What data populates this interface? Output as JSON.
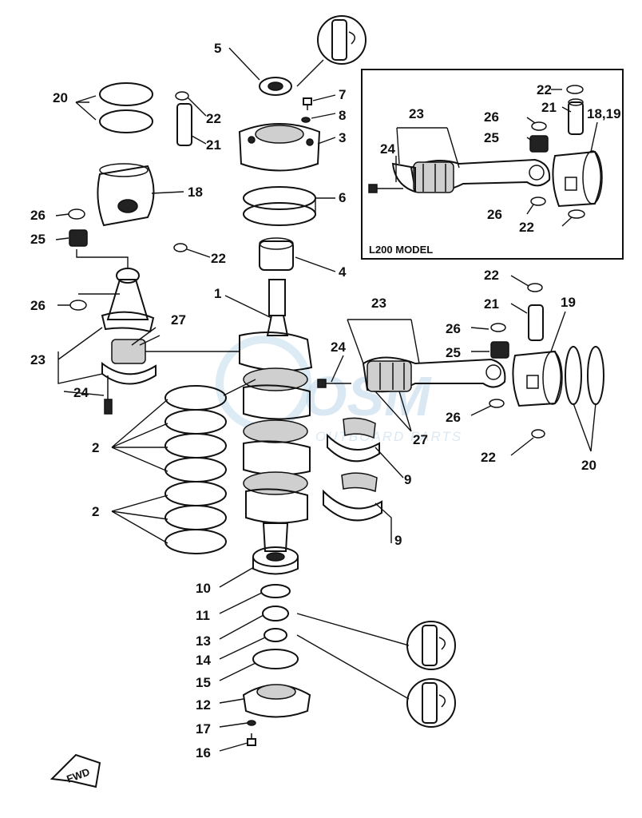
{
  "diagram": {
    "inset_title": "L200 MODEL",
    "fwd_label": "FWD",
    "watermark_text": "OSM",
    "watermark_sub": "OUTBOARD PARTS",
    "callouts": {
      "c1": "1",
      "c2a": "2",
      "c2b": "2",
      "c3": "3",
      "c4": "4",
      "c5": "5",
      "c6": "6",
      "c7": "7",
      "c8": "8",
      "c9a": "9",
      "c9b": "9",
      "c10": "10",
      "c11": "11",
      "c12": "12",
      "c13": "13",
      "c14": "14",
      "c15": "15",
      "c16": "16",
      "c17": "17",
      "c18": "18",
      "c19": "19",
      "c20a": "20",
      "c20b": "20",
      "c21a": "21",
      "c21b": "21",
      "c21c": "21",
      "c22a": "22",
      "c22b": "22",
      "c22c": "22",
      "c22d": "22",
      "c22e": "22",
      "c22f": "22",
      "c23a": "23",
      "c23b": "23",
      "c23c": "23",
      "c24a": "24",
      "c24b": "24",
      "c24c": "24",
      "c25a": "25",
      "c25b": "25",
      "c25c": "25",
      "c26a": "26",
      "c26b": "26",
      "c26c": "26",
      "c26d": "26",
      "c26e": "26",
      "c26f": "26",
      "c27a": "27",
      "c27b": "27",
      "c1819": "18,19"
    }
  }
}
